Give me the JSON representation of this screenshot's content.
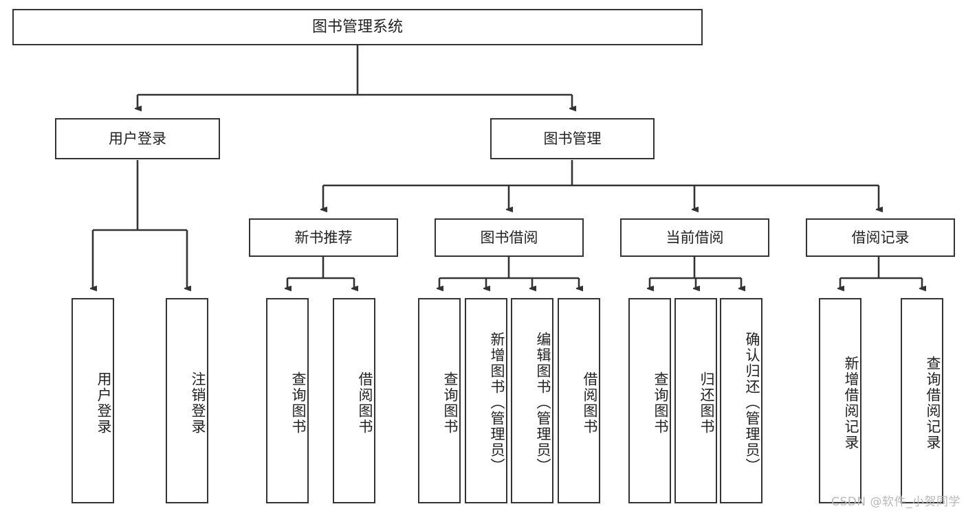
{
  "diagram": {
    "type": "tree",
    "title": "图书管理系统",
    "watermark": "CSDN @软件_小贺同学",
    "colors": {
      "box_border": "#333333",
      "box_fill": "#ffffff",
      "edge": "#333333",
      "text": "#222222",
      "watermark": "#b8b8b8"
    },
    "nodes": {
      "root": {
        "label": "图书管理系统"
      },
      "level2": [
        {
          "label": "用户登录"
        },
        {
          "label": "图书管理"
        }
      ],
      "level3": [
        {
          "label": "新书推荐"
        },
        {
          "label": "图书借阅"
        },
        {
          "label": "当前借阅"
        },
        {
          "label": "借阅记录"
        }
      ],
      "leaves": {
        "user_login": [
          {
            "label": "用户登录"
          },
          {
            "label": "注销登录"
          }
        ],
        "new_book_recommend": [
          {
            "label": "查询图书"
          },
          {
            "label": "借阅图书"
          }
        ],
        "book_borrow": [
          {
            "label": "查询图书"
          },
          {
            "label": "新增图书（管理员）"
          },
          {
            "label": "编辑图书（管理员）"
          },
          {
            "label": "借阅图书"
          }
        ],
        "current_borrow": [
          {
            "label": "查询图书"
          },
          {
            "label": "归还图书"
          },
          {
            "label": "确认归还（管理员）"
          }
        ],
        "borrow_record": [
          {
            "label": "新增借阅记录"
          },
          {
            "label": "查询借阅记录"
          }
        ]
      }
    }
  }
}
